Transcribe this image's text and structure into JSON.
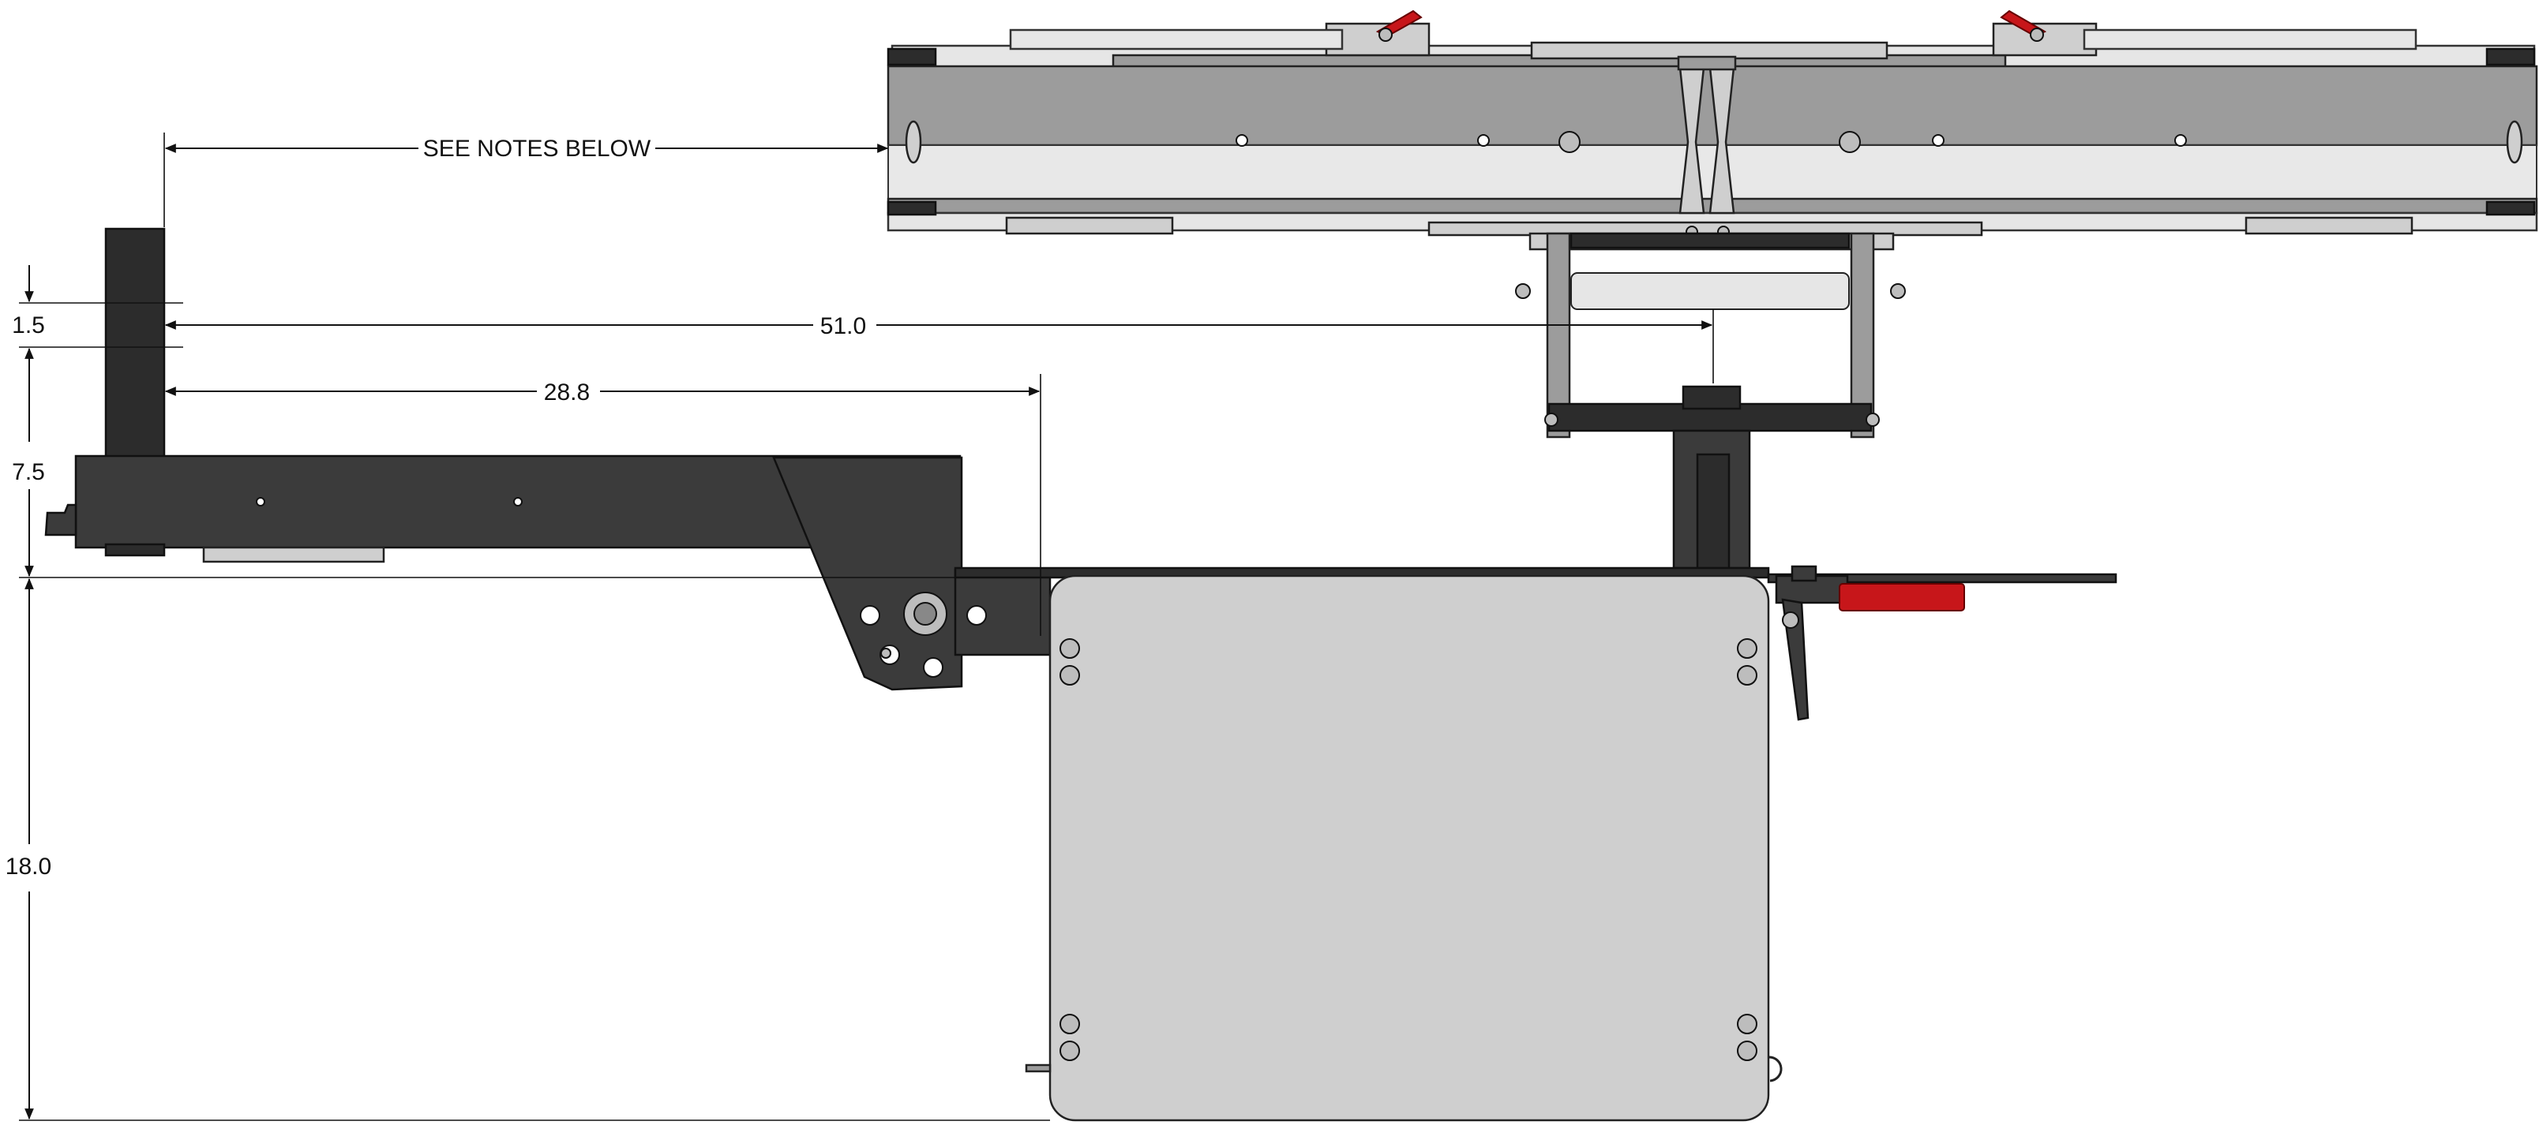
{
  "drawing": {
    "annotations": {
      "see_notes": "SEE NOTES BELOW",
      "dim_51": "51.0",
      "dim_28_8": "28.8",
      "dim_1_5": "1.5",
      "dim_7_5": "7.5",
      "dim_18": "18.0"
    },
    "colors": {
      "frame_dark": "#3b3b3b",
      "plate_light": "#cfcfcf",
      "conveyor_mid": "#9c9c9c",
      "handle_red": "#c7161a"
    }
  }
}
